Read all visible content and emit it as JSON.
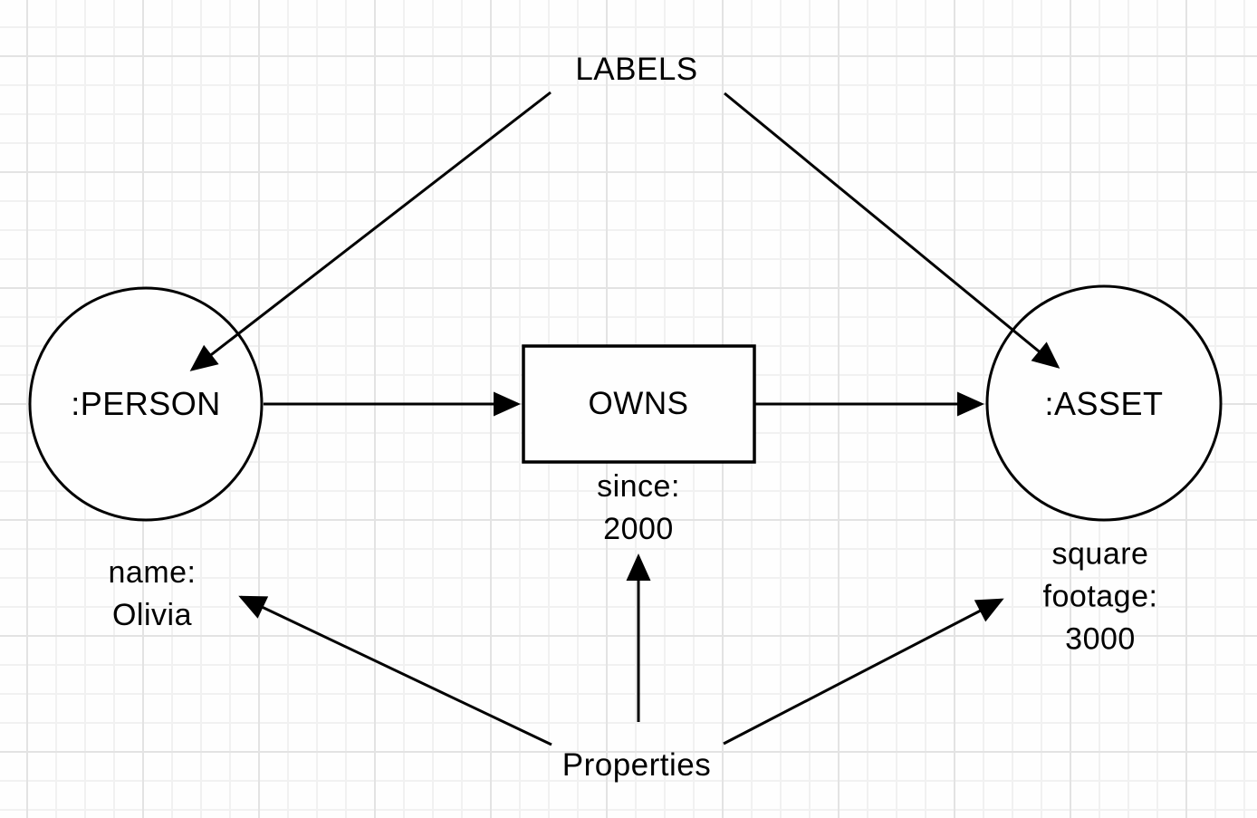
{
  "diagram": {
    "top_annotation": "LABELS",
    "bottom_annotation": "Properties",
    "nodes": [
      {
        "id": "person",
        "label": ":PERSON",
        "property": "name:\nOlivia"
      },
      {
        "id": "asset",
        "label": ":ASSET",
        "property": "square\nfootage:\n3000"
      }
    ],
    "relationship": {
      "label": "OWNS",
      "property": "since:\n2000"
    }
  },
  "colors": {
    "ink": "#000000",
    "bg": "#fefefe",
    "grid_minor": "#f1f1f1",
    "grid_major": "#e3e3e3"
  }
}
